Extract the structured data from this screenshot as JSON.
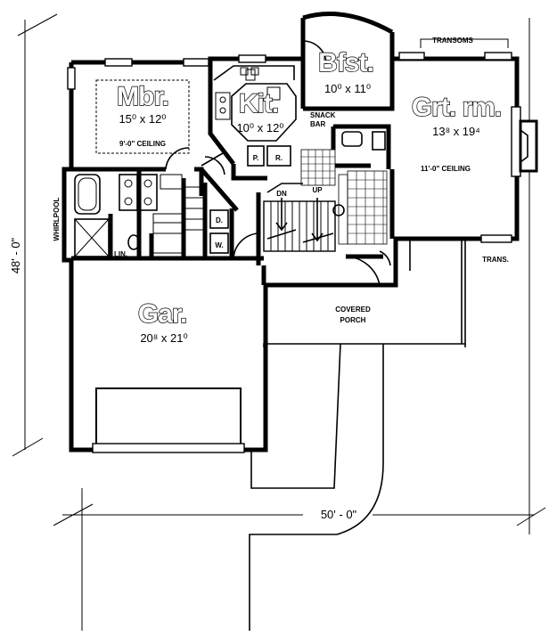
{
  "rooms": {
    "master_bedroom": {
      "name": "Mbr.",
      "size": "15⁰ x 12⁰",
      "ceiling": "9'-0\" CEILING"
    },
    "kitchen": {
      "name": "Kit.",
      "size": "10⁰ x 12⁰"
    },
    "breakfast": {
      "name": "Bfst.",
      "size": "10⁰ x 11⁰"
    },
    "great_room": {
      "name": "Grt. rm.",
      "size": "13⁸ x 19⁴",
      "ceiling": "11'-0\" CEILING"
    },
    "garage": {
      "name": "Gar.",
      "size": "20⁸ x 21⁰"
    }
  },
  "labels": {
    "snack_bar_1": "SNACK",
    "snack_bar_2": "BAR",
    "transoms": "TRANSOMS",
    "trans": "TRANS.",
    "whirlpool": "WHIRLPOOL",
    "linen": "LIN.",
    "pantry": "P.",
    "refrigerator": "R.",
    "dryer": "D.",
    "washer": "W.",
    "stair_down": "DN",
    "stair_up": "UP",
    "porch_1": "COVERED",
    "porch_2": "PORCH"
  },
  "dimensions": {
    "depth": "48' - 0\"",
    "width": "50' - 0\""
  },
  "colors": {
    "line": "#000000",
    "background": "#ffffff"
  }
}
